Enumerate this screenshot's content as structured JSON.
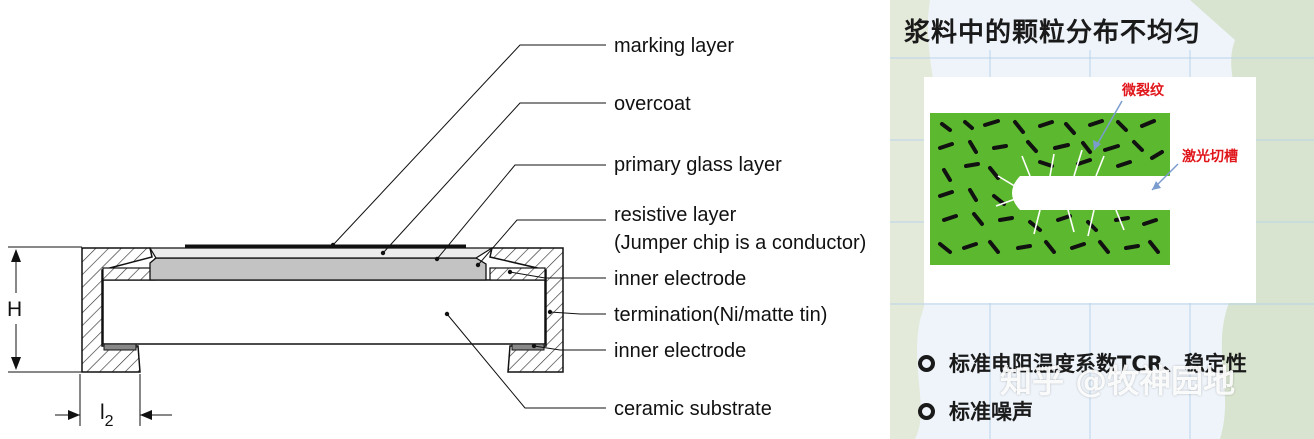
{
  "diagram": {
    "labels": {
      "marking": "marking layer",
      "overcoat": "overcoat",
      "glass": "primary glass layer",
      "resistive": "resistive layer",
      "jumper": "(Jumper chip is a conductor)",
      "inner_top": "inner electrode",
      "termination": "termination(Ni/matte tin)",
      "inner_bottom": "inner electrode",
      "substrate": "ceramic substrate"
    },
    "dim_h": "H",
    "dim_l": "l",
    "dim_l_sub": "2"
  },
  "photo": {
    "title": "浆料中的颗粒分布不均匀",
    "crack_label": "微裂纹",
    "laser_label": "激光切槽",
    "bullet1": "标准电阻温度系数TCR、稳定性",
    "bullet2": "标准噪声",
    "watermark": "知乎 @牧神园地"
  }
}
